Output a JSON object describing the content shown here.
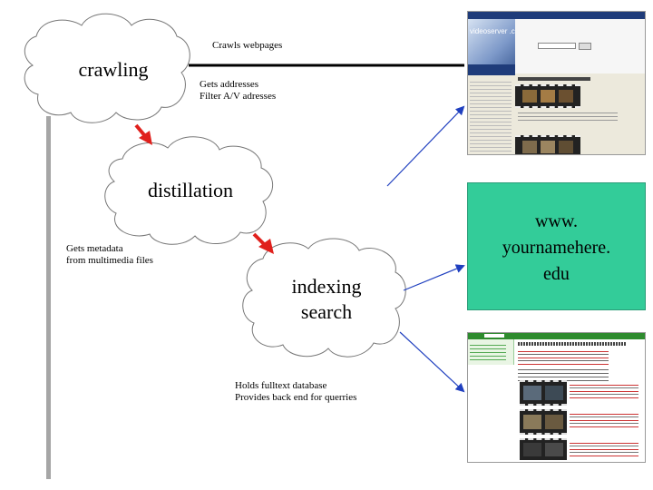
{
  "clouds": {
    "crawling": "crawling",
    "distillation": "distillation",
    "indexing_line1": "indexing",
    "indexing_line2": "search"
  },
  "notes": {
    "crawl_top": "Crawls webpages",
    "gets_addresses_1": "Gets addresses",
    "gets_addresses_2": "Filter A/V adresses",
    "metadata_1": "Gets metadata",
    "metadata_2": "from multimedia files",
    "holds_1": "Holds fulltext database",
    "holds_2": "Provides back end for querries"
  },
  "site_box": {
    "line1": "www.",
    "line2": "yournamehere.",
    "line3": "edu",
    "color": "#33cc99"
  },
  "top_shot": {
    "banner": "videoserver .cesnet.cz"
  },
  "colors": {
    "arrow_red": "#e0201c",
    "arrow_blue": "#1f3fbf",
    "vertical_bar": "#a6a6a6"
  }
}
